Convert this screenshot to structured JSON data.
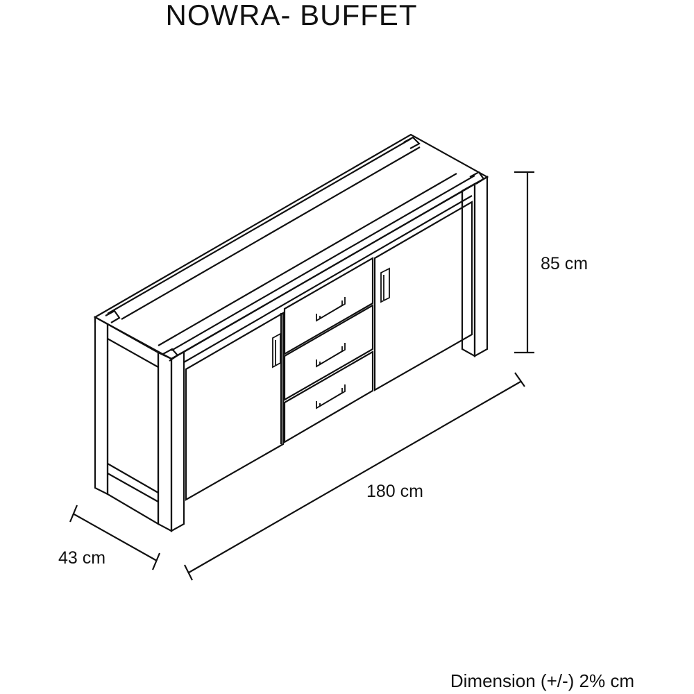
{
  "title": "NOWRA- BUFFET",
  "dimensions": {
    "height": "85 cm",
    "width": "180 cm",
    "depth": "43 cm"
  },
  "footnote": "Dimension (+/-) 2% cm"
}
